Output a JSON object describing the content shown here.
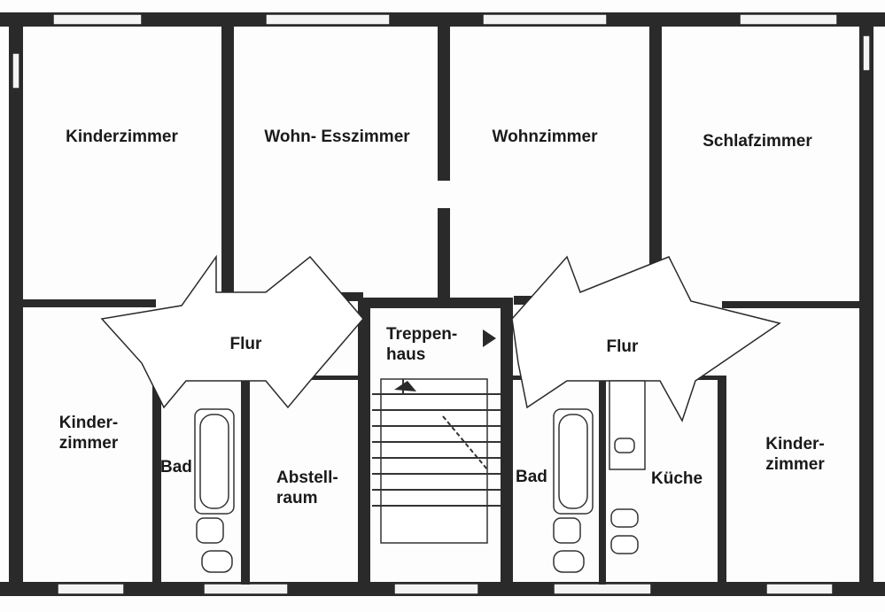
{
  "plan": {
    "rooms": {
      "kinderzimmer_nw": "Kinderzimmer",
      "wohn_esszimmer": "Wohn- Esszimmer",
      "wohnzimmer": "Wohnzimmer",
      "schlafzimmer": "Schlafzimmer",
      "kinderzimmer_w": "Kinder-\nzimmer",
      "flur_left": "Flur",
      "treppenhaus": "Treppen-\nhaus",
      "flur_right": "Flur",
      "bad_left": "Bad",
      "abstellraum": "Abstell-\nraum",
      "bad_right": "Bad",
      "kueche": "Küche",
      "kinderzimmer_e": "Kinder-\nzimmer"
    }
  }
}
